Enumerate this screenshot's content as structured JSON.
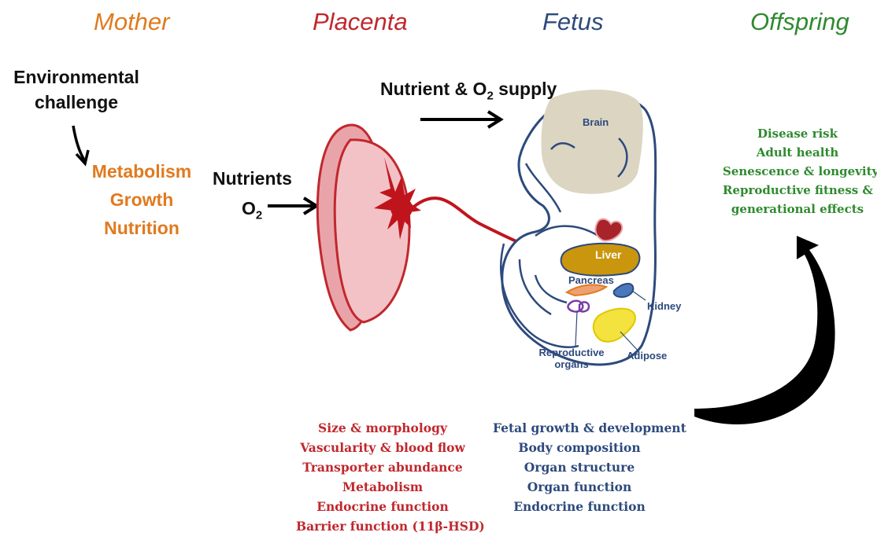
{
  "headers": {
    "mother": "Mother",
    "placenta": "Placenta",
    "fetus": "Fetus",
    "offspring": "Offspring"
  },
  "mother": {
    "challenge_line1": "Environmental",
    "challenge_line2": "challenge",
    "effects": [
      "Metabolism",
      "Growth",
      "Nutrition"
    ]
  },
  "placenta_input": {
    "nutrients": "Nutrients",
    "o2_main": "O",
    "o2_sub": "2"
  },
  "supply": {
    "prefix": "Nutrient & O",
    "sub": "2",
    "suffix": " supply"
  },
  "organs": {
    "brain": "Brain",
    "heart": "Heart",
    "liver": "Liver",
    "pancreas": "Pancreas",
    "kidney": "Kidney",
    "adipose": "Adipose",
    "reproductive_line1": "Reproductive",
    "reproductive_line2": "organs"
  },
  "offspring_outcomes": [
    "Disease risk",
    "Adult health",
    "Senescence & longevity",
    "Reproductive fitness &",
    "generational effects"
  ],
  "placenta_features": [
    "Size & morphology",
    "Vascularity & blood flow",
    "Transporter abundance",
    "Metabolism",
    "Endocrine function",
    "Barrier function (11β-HSD)"
  ],
  "fetus_features": [
    "Fetal growth & development",
    "Body composition",
    "Organ structure",
    "Organ function",
    "Endocrine function"
  ],
  "colors": {
    "mother": "#e07a1f",
    "placenta": "#c0282d",
    "fetus": "#2d4a7c",
    "offspring": "#2f8a2f"
  }
}
